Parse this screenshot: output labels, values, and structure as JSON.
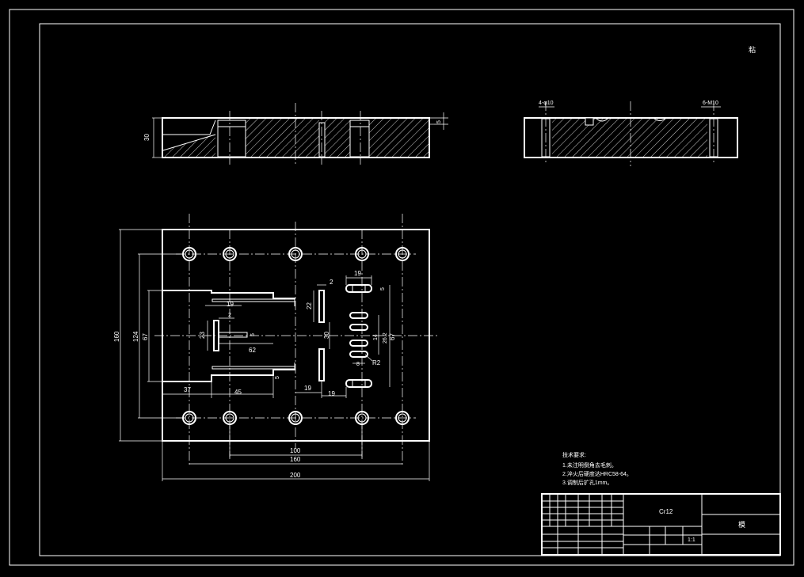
{
  "corner_mark": "粘",
  "front_view": {
    "height_dim": "30",
    "step_dim": "5"
  },
  "side_view": {
    "left_hole_label": "4-φ10",
    "right_hole_label": "6-M10"
  },
  "plan_view": {
    "overall_height": "160",
    "hole_pitch_height": "124",
    "slot_height": "67",
    "bottom_inner": "100",
    "bottom_outer": "160",
    "bottom_total": "200",
    "left_37": "37",
    "mid_45": "45",
    "mid_19a": "19",
    "mid_19b": "19",
    "top_19": "19",
    "top_19b": "19",
    "top_2": "2",
    "small_2": "2",
    "vert_22": "22",
    "vert_30": "30",
    "vert_23": "23",
    "d_62": "62",
    "d_5a": "5",
    "d_5b": "5",
    "d_67b": "67",
    "d_26": "26.2",
    "d_14": "14",
    "d_8": "8",
    "d_r2": "R2"
  },
  "tech_notes": {
    "title": "技术要求:",
    "lines": [
      "1.未注明倒角去毛刺。",
      "2.淬火后硬度达HRC58-64。",
      "3.调制后扩孔1mm。"
    ]
  },
  "title_block": {
    "material": "Cr12",
    "part_name": "模",
    "ratio_label": "1:1"
  }
}
